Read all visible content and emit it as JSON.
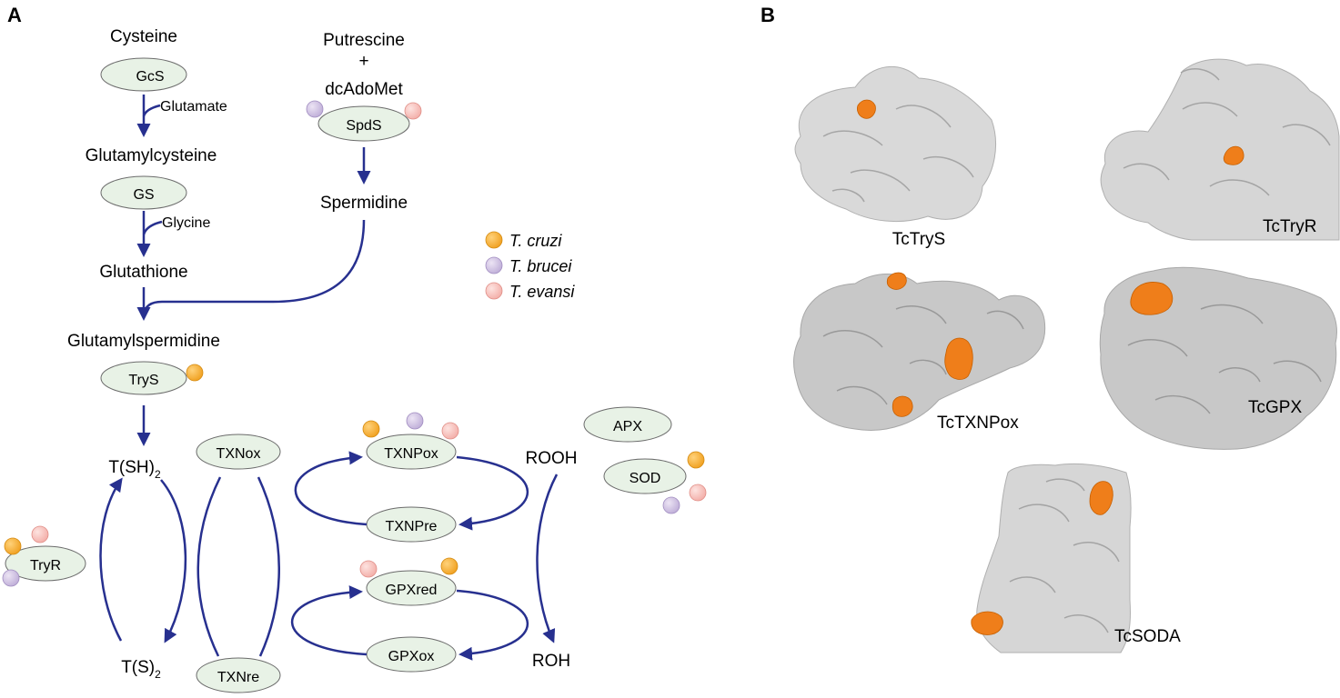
{
  "panels": {
    "a": "A",
    "b": "B"
  },
  "metabolites": {
    "cysteine": "Cysteine",
    "putrescine": "Putrescine",
    "plus": "+",
    "dcadomet": "dcAdoMet",
    "glutamylcysteine": "Glutamylcysteine",
    "spermidine": "Spermidine",
    "glutathione": "Glutathione",
    "glutamylspermidine": "Glutamylspermidine",
    "tsh2": "T(SH)",
    "tsh2_sub": "2",
    "ts2": "T(S)",
    "ts2_sub": "2",
    "rooh": "ROOH",
    "roh": "ROH"
  },
  "cofactors": {
    "glutamate": "Glutamate",
    "glycine": "Glycine"
  },
  "enzymes": {
    "gcs": "GcS",
    "gs": "GS",
    "spds": "SpdS",
    "trys": "TryS",
    "txnox": "TXNox",
    "txnre": "TXNre",
    "txnpox": "TXNPox",
    "txnpre": "TXNPre",
    "gpxred": "GPXred",
    "gpxox": "GPXox",
    "apx": "APX",
    "sod": "SOD",
    "tryr": "TryR"
  },
  "missing_glyph": "",
  "legend": {
    "cruzi": "T. cruzi",
    "brucei": "T. brucei",
    "evansi": "T. evansi"
  },
  "species_colors": {
    "cruzi": "#f5a623",
    "brucei": "#c9b8dd",
    "evansi": "#f6bfbb"
  },
  "structures": {
    "trys": "TcTryS",
    "tryr": "TcTryR",
    "txnpox": "TcTXNPox",
    "gpx": "TcGPX",
    "soda": "TcSODA"
  },
  "structure_colors": {
    "surface": "#d9d9d9",
    "highlight": "#ef7e1a"
  }
}
